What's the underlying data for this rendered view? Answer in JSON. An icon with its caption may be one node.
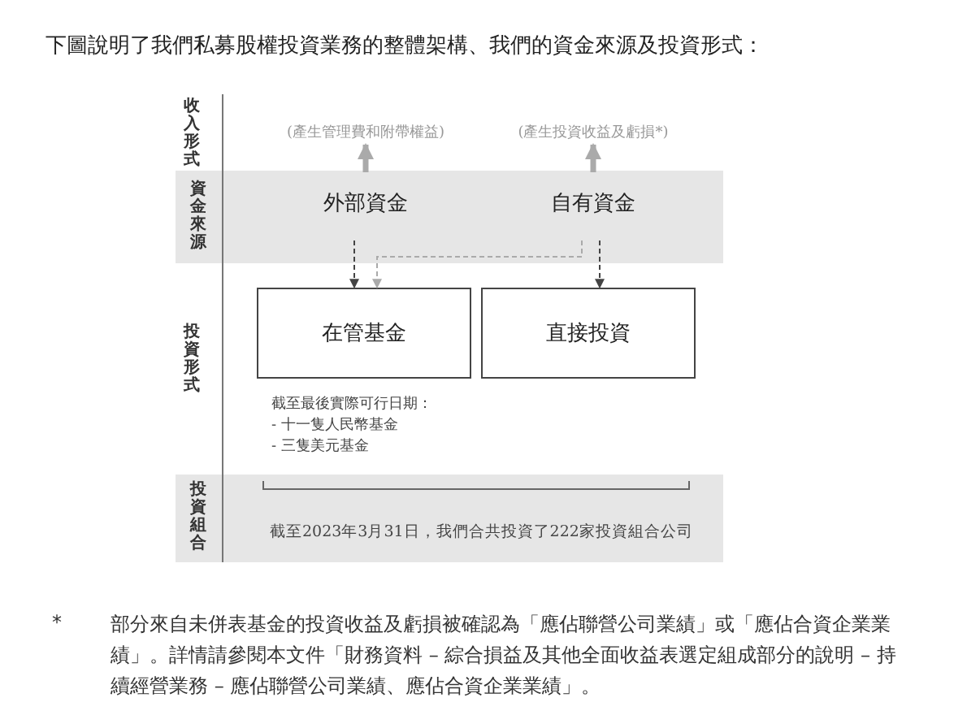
{
  "diagram": {
    "title": "下圖說明了我們私募股權投資業務的整體架構、我們的資金來源及投資形式：",
    "nodes": [
      {
        "text": [
          "資金來源"
        ]
      },
      {
        "text": [
          "外部資金"
        ],
        "in": 0
      },
      {
        "text": [
          "自有資金"
        ],
        "in": 0
      },
      {
        "text": [
          "在管基金"
        ]
      },
      {
        "text": [
          "直接投資"
        ]
      },
      {
        "text": [
          "(產生管理費和附帶權益)"
        ]
      },
      {
        "text": [
          "(產生投資收益及虧損*)"
        ]
      },
      {
        "text": [
          "投資組合",
          "截至2023年3月31日，我們合共投資了222家投資組合公司"
        ]
      }
    ],
    "edges": [
      {
        "from": 1,
        "to": 3,
        "arrow": "to",
        "style": "dashed",
        "color": "#444444"
      },
      {
        "from": 2,
        "to": 3,
        "arrow": "to",
        "style": "dashed",
        "color": "#aaaaaa"
      },
      {
        "from": 2,
        "to": 4,
        "arrow": "to",
        "style": "dashed",
        "color": "#444444"
      },
      {
        "from": 1,
        "to": 5,
        "arrow": "to",
        "style": "thick",
        "color": "#aaaaaa"
      },
      {
        "from": 2,
        "to": 6,
        "arrow": "to",
        "style": "thick",
        "color": "#aaaaaa"
      }
    ],
    "labels": [
      "收入形式",
      "投資形式",
      "截至最後實際可行日期：",
      "- 十一隻人民幣基金",
      "- 三隻美元基金",
      "*",
      "部分來自未併表基金的投資收益及虧損被確認為「應佔聯營公司業績」或「應佔合資企業業績」。詳情請參閱本文件「財務資料 – 綜合損益及其他全面收益表選定組成部分的說明 – 持續經營業務 – 應佔聯營公司業績、應佔合資企業業績」。"
    ]
  }
}
